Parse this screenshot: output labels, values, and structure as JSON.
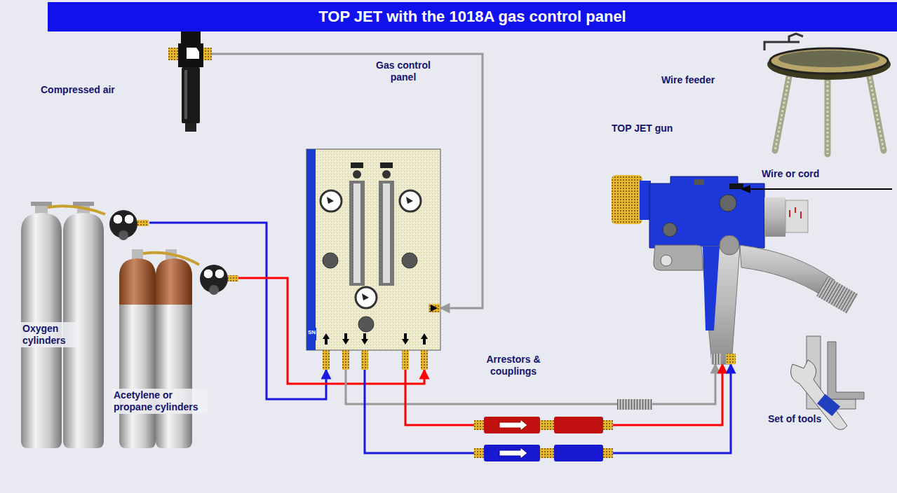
{
  "diagram": {
    "title": "TOP JET with the 1018A gas control panel",
    "nodes": [
      {
        "text": [
          "Compressed air"
        ]
      },
      {
        "text": [
          "Gas control panel",
          "SN"
        ]
      },
      {
        "text": [
          "Wire feeder"
        ]
      },
      {
        "text": [
          "TOP JET gun"
        ]
      },
      {
        "text": [
          "Oxygen cylinders"
        ]
      },
      {
        "text": [
          "Acetylene or propane cylinders"
        ]
      },
      {
        "text": [
          "Set of tools"
        ]
      }
    ],
    "edges": [
      {
        "from": 0,
        "to": 1,
        "arrow": "to"
      },
      {
        "from": 4,
        "to": 1,
        "arrow": "to"
      },
      {
        "from": 5,
        "to": 1,
        "arrow": "to"
      },
      {
        "from": 1,
        "to": 3,
        "arrow": "to"
      },
      {
        "from": 1,
        "to": 3,
        "arrow": "to"
      },
      {
        "from": 1,
        "to": 3,
        "arrow": "to"
      }
    ],
    "labels": [
      "Wire or cord",
      "Arrestors & couplings"
    ]
  }
}
